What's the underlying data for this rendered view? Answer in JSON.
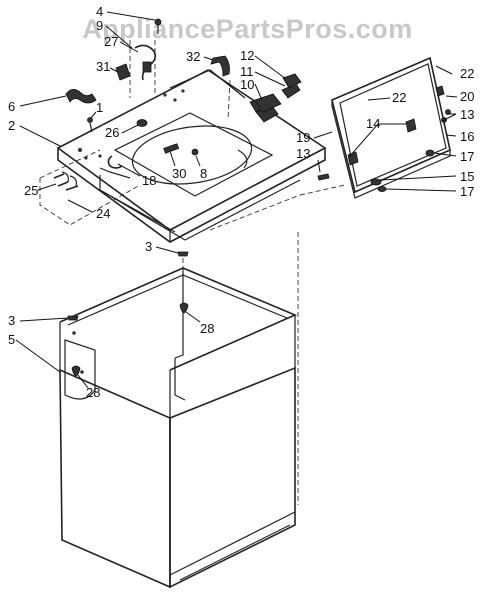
{
  "watermark": "AppliancePartsPros.com",
  "callouts": [
    {
      "id": "c4",
      "text": "4"
    },
    {
      "id": "c9",
      "text": "9"
    },
    {
      "id": "c27",
      "text": "27"
    },
    {
      "id": "c31",
      "text": "31"
    },
    {
      "id": "c6",
      "text": "6"
    },
    {
      "id": "c1",
      "text": "1"
    },
    {
      "id": "c2",
      "text": "2"
    },
    {
      "id": "c26",
      "text": "26"
    },
    {
      "id": "c25",
      "text": "25"
    },
    {
      "id": "c24",
      "text": "24"
    },
    {
      "id": "c18",
      "text": "18"
    },
    {
      "id": "c30",
      "text": "30"
    },
    {
      "id": "c8",
      "text": "8"
    },
    {
      "id": "c32",
      "text": "32"
    },
    {
      "id": "c12",
      "text": "12"
    },
    {
      "id": "c11",
      "text": "11"
    },
    {
      "id": "c10",
      "text": "10"
    },
    {
      "id": "c22a",
      "text": "22"
    },
    {
      "id": "c22b",
      "text": "22"
    },
    {
      "id": "c20",
      "text": "20"
    },
    {
      "id": "c14",
      "text": "14"
    },
    {
      "id": "c13a",
      "text": "13"
    },
    {
      "id": "c19",
      "text": "19"
    },
    {
      "id": "c13b",
      "text": "13"
    },
    {
      "id": "c16",
      "text": "16"
    },
    {
      "id": "c17a",
      "text": "17"
    },
    {
      "id": "c15",
      "text": "15"
    },
    {
      "id": "c17b",
      "text": "17"
    },
    {
      "id": "c3a",
      "text": "3"
    },
    {
      "id": "c28a",
      "text": "28"
    },
    {
      "id": "c3b",
      "text": "3"
    },
    {
      "id": "c5",
      "text": "5"
    },
    {
      "id": "c28b",
      "text": "28"
    }
  ]
}
